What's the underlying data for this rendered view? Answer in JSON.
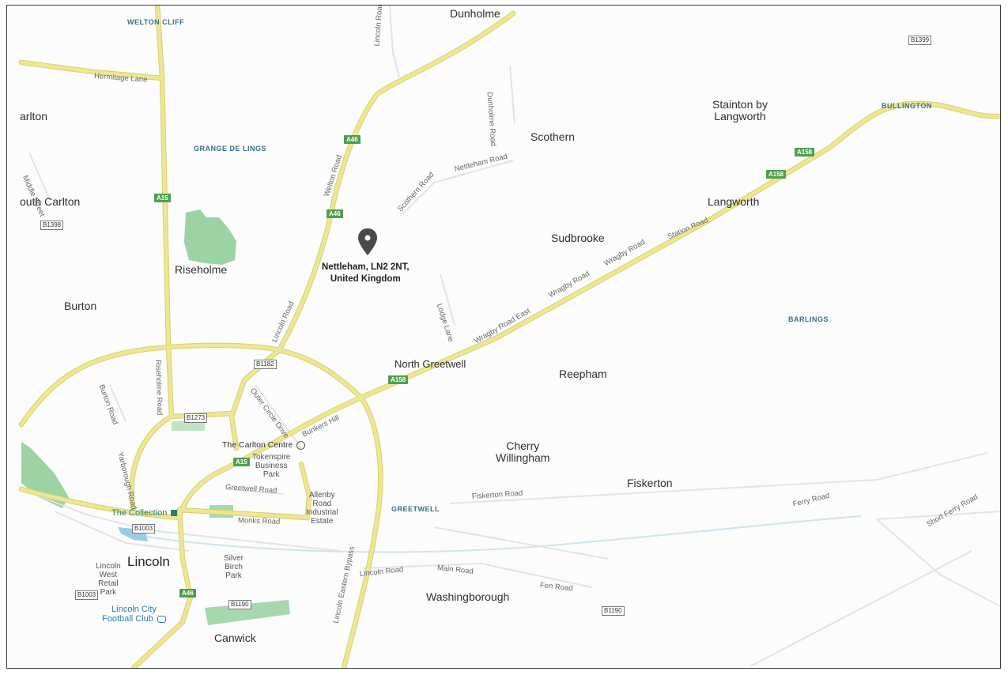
{
  "pin": {
    "line1": "Nettleham, LN2 2NT,",
    "line2": "United Kingdom"
  },
  "towns": {
    "dunholme": "Dunholme",
    "scothern": "Scothern",
    "stainton_line1": "Stainton by",
    "stainton_line2": "Langworth",
    "carlton": "arlton",
    "south_carlton": "outh Carlton",
    "riseholme": "Riseholme",
    "burton": "Burton",
    "sudbrooke": "Sudbrooke",
    "langworth": "Langworth",
    "north_greetwell": "North Greetwell",
    "reepham": "Reepham",
    "cherry_line1": "Cherry",
    "cherry_line2": "Willingham",
    "fiskerton": "Fiskerton",
    "lincoln": "Lincoln",
    "washingborough": "Washingborough",
    "canwick": "Canwick"
  },
  "areas": {
    "welton_cliff": "WELTON CLIFF",
    "grange_de_lings": "GRANGE DE LINGS",
    "bullington": "BULLINGTON",
    "barlings": "BARLINGS",
    "greetwell": "GREETWELL"
  },
  "roads": {
    "hermitage_lane": "Hermitage Lane",
    "welton_road": "Welton Road",
    "lincoln_road_top": "Lincoln Road",
    "dunholme_road": "Dunholme Road",
    "nettleham_road": "Nettleham Road",
    "scothern_road": "Scothern Road",
    "middle_street": "Middle Street",
    "lincoln_road": "Lincoln Road",
    "lodge_lane": "Lodge Lane",
    "wragby_road_east": "Wragby Road East",
    "wragby_road_1": "Wragby Road",
    "wragby_road_2": "Wragby Road",
    "station_road": "Station Road",
    "riseholme_road": "Riseholme Road",
    "burton_road": "Burton Road",
    "outer_circle_drive": "Outer Circle Drive",
    "bunkers_hill": "Bunkers Hill",
    "yarborough_road": "Yarborough Road",
    "greetwell_road": "Greetwell Road",
    "monks_road": "Monks Road",
    "fiskerton_road": "Fiskerton Road",
    "ferry_road": "Ferry Road",
    "short_ferry_road": "Short Ferry Road",
    "lincoln_eastern_bypass": "Lincoln Eastern Bypass",
    "lincoln_road_south": "Lincoln Road",
    "main_road": "Main Road",
    "fen_road": "Fen Road"
  },
  "shields": {
    "a46_1": "A46",
    "a46_2": "A46",
    "a15": "A15",
    "a158_1": "A158",
    "a158_2": "A158",
    "a158_3": "A158",
    "a15_south": "A15",
    "a46_south": "A46",
    "b1399": "B1399",
    "b1398": "B1398",
    "b1182": "B1182",
    "b1273": "B1273",
    "b1003_1": "B1003",
    "b1003_2": "B1003",
    "b1190_1": "B1190",
    "b1190_2": "B1190"
  },
  "pois": {
    "carlton_centre": "The Carlton Centre",
    "the_collection": "The Collection",
    "tokenspire_1": "Tokenspire",
    "tokenspire_2": "Business",
    "tokenspire_3": "Park",
    "allenby_1": "Allenby",
    "allenby_2": "Road",
    "allenby_3": "Industrial",
    "allenby_4": "Estate",
    "lincoln_west_1": "Lincoln",
    "lincoln_west_2": "West",
    "lincoln_west_3": "Retail",
    "lincoln_west_4": "Park",
    "silver_birch_1": "Silver",
    "silver_birch_2": "Birch",
    "silver_birch_3": "Park",
    "lincoln_city_1": "Lincoln City",
    "lincoln_city_2": "Football Club"
  },
  "colors": {
    "major_road": "#e8e08a",
    "major_road_edge": "#d8cf70",
    "minor_road": "#e6e6e6",
    "park": "#8fcf9a",
    "water": "#9ccbe6",
    "shield_green": "#4f9e4f",
    "pin": "#4a4a4a"
  }
}
